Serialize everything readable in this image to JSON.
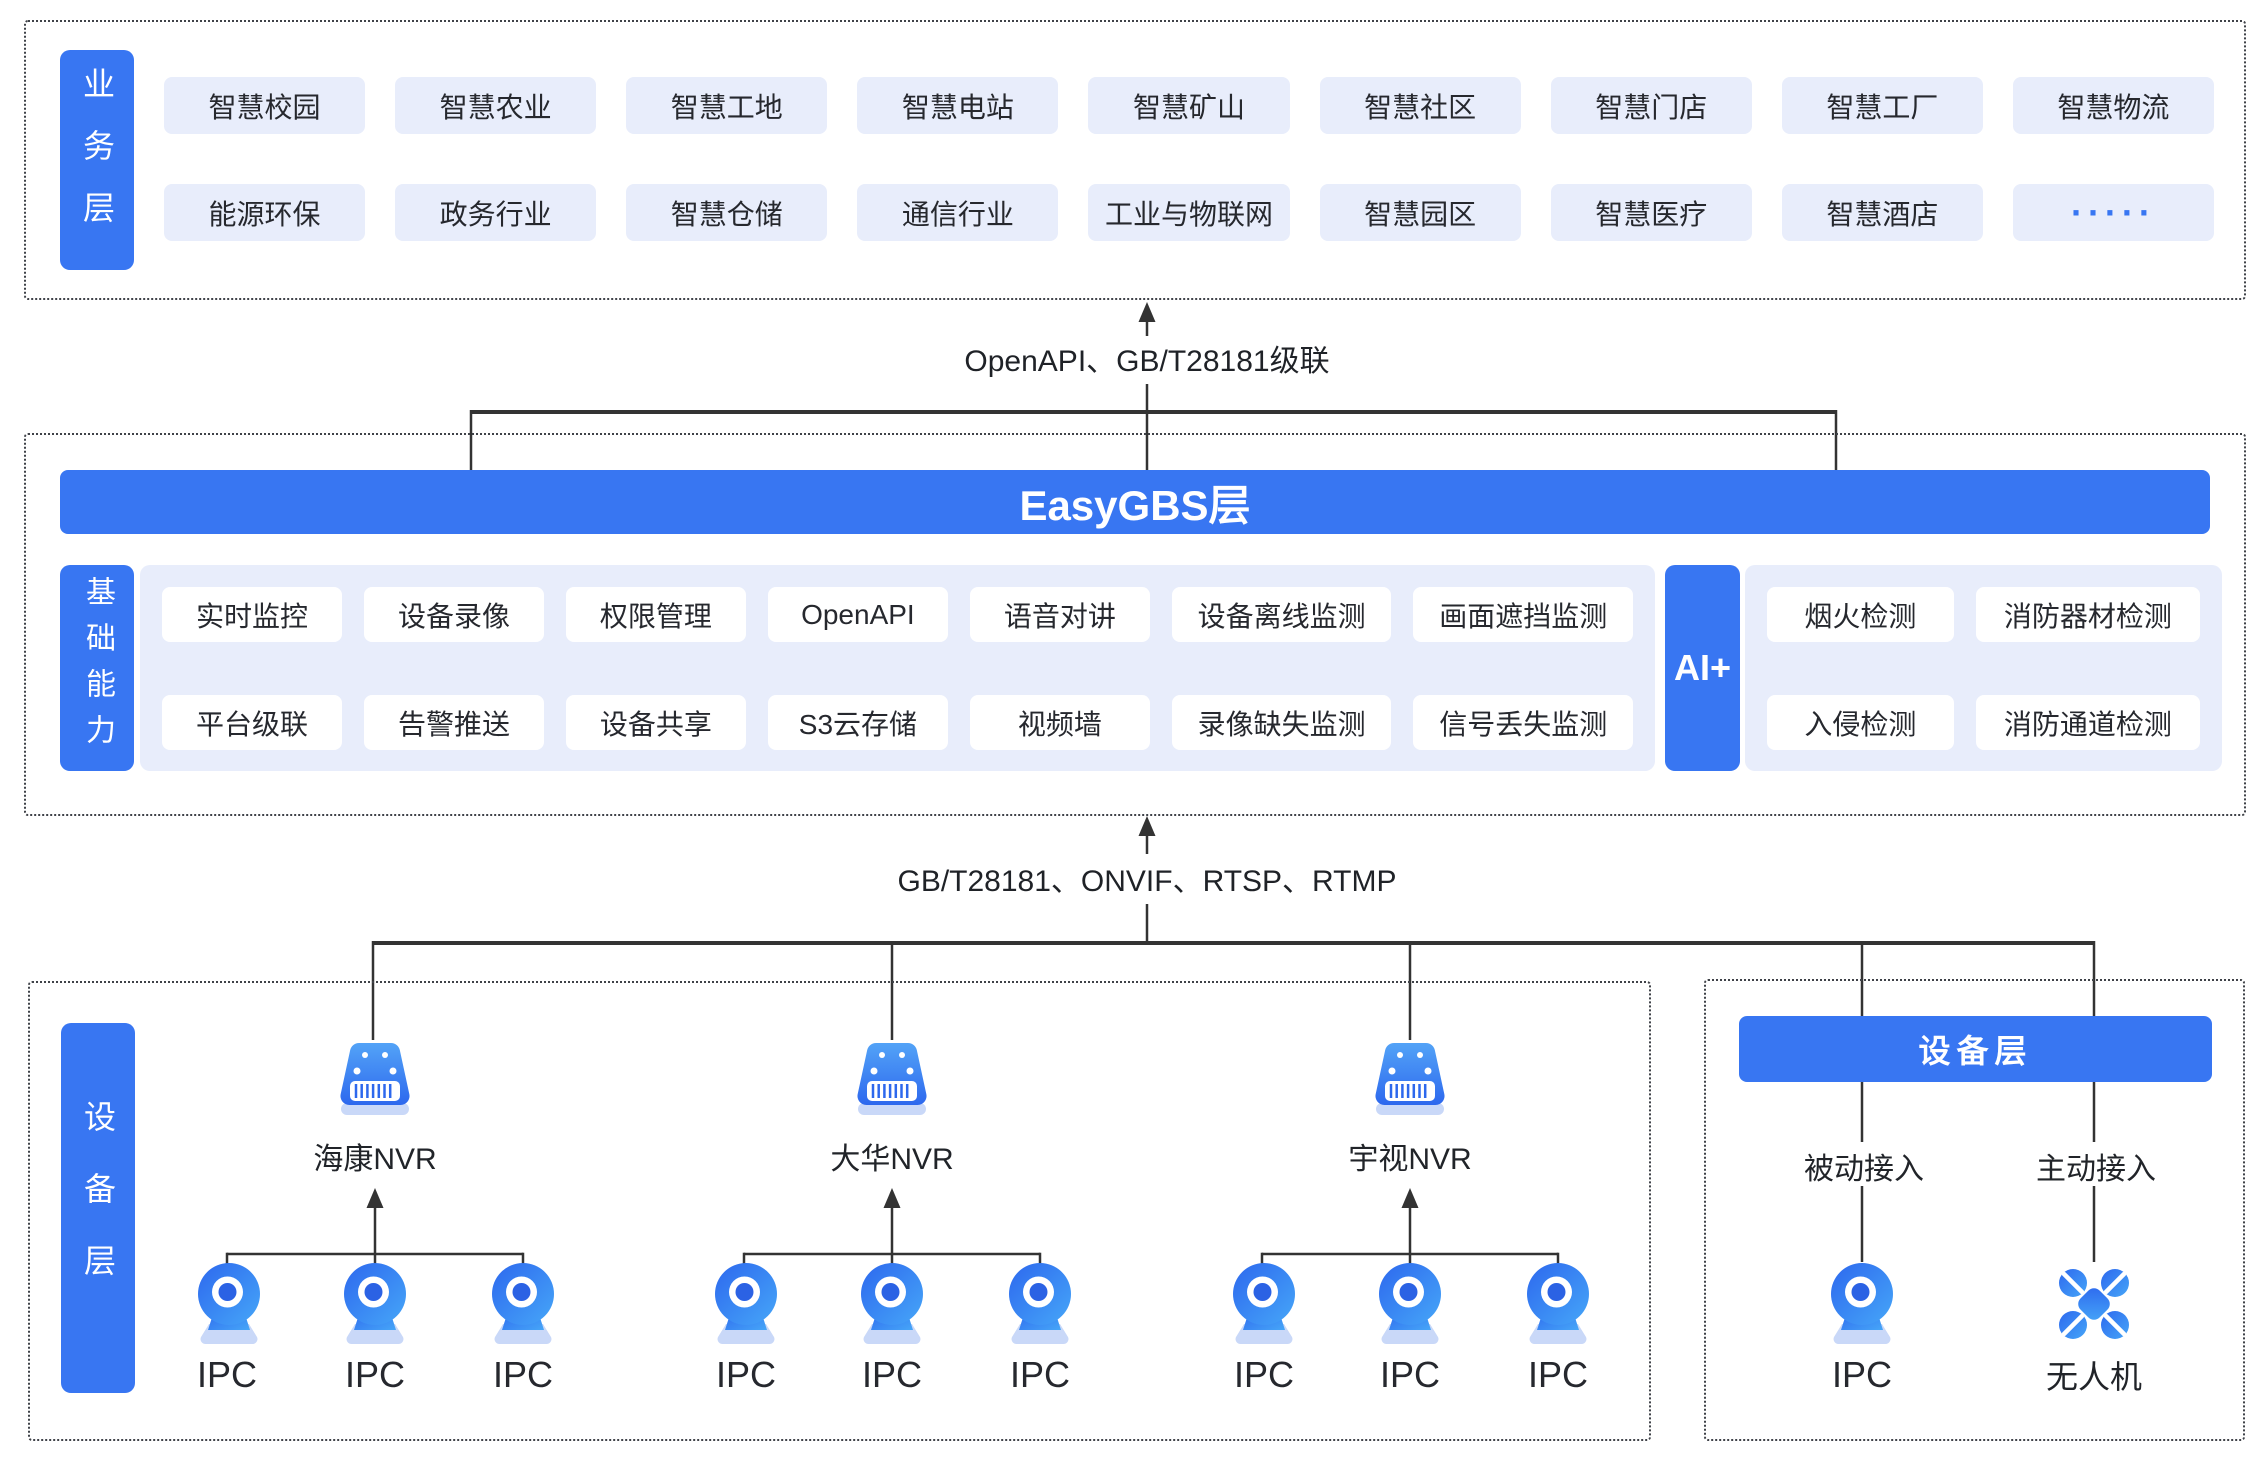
{
  "biz": {
    "label": "业务层",
    "row1": [
      "智慧校园",
      "智慧农业",
      "智慧工地",
      "智慧电站",
      "智慧矿山",
      "智慧社区",
      "智慧门店",
      "智慧工厂",
      "智慧物流"
    ],
    "row2": [
      "能源环保",
      "政务行业",
      "智慧仓储",
      "通信行业",
      "工业与物联网",
      "智慧园区",
      "智慧医疗",
      "智慧酒店",
      "·····"
    ]
  },
  "link_top": "OpenAPI、GB/T28181级联",
  "gbs": {
    "banner": "EasyGBS层",
    "cap_label": "基础能力",
    "cap_row1": [
      "实时监控",
      "设备录像",
      "权限管理",
      "OpenAPI",
      "语音对讲",
      "设备离线监测",
      "画面遮挡监测"
    ],
    "cap_row2": [
      "平台级联",
      "告警推送",
      "设备共享",
      "S3云存储",
      "视频墙",
      "录像缺失监测",
      "信号丢失监测"
    ],
    "ai_label": "AI+",
    "ai_row1": [
      "烟火检测",
      "消防器材检测"
    ],
    "ai_row2": [
      "入侵检测",
      "消防通道检测"
    ]
  },
  "link_bottom": "GB/T28181、ONVIF、RTSP、RTMP",
  "device": {
    "label": "设备层",
    "groups": [
      {
        "nvr": "海康NVR"
      },
      {
        "nvr": "大华NVR"
      },
      {
        "nvr": "宇视NVR"
      }
    ],
    "ipc_label": "IPC",
    "right": {
      "banner": "设备层",
      "passive": "被动接入",
      "active": "主动接入",
      "drone": "无人机"
    }
  },
  "colors": {
    "primary": "#3876F2",
    "panel": "#E8EDFB",
    "line": "#333333",
    "icon_gradient_start": "#2D68EE",
    "icon_gradient_end": "#46A6F8",
    "icon_base": "#C9D8F8",
    "text": "#26282E"
  }
}
